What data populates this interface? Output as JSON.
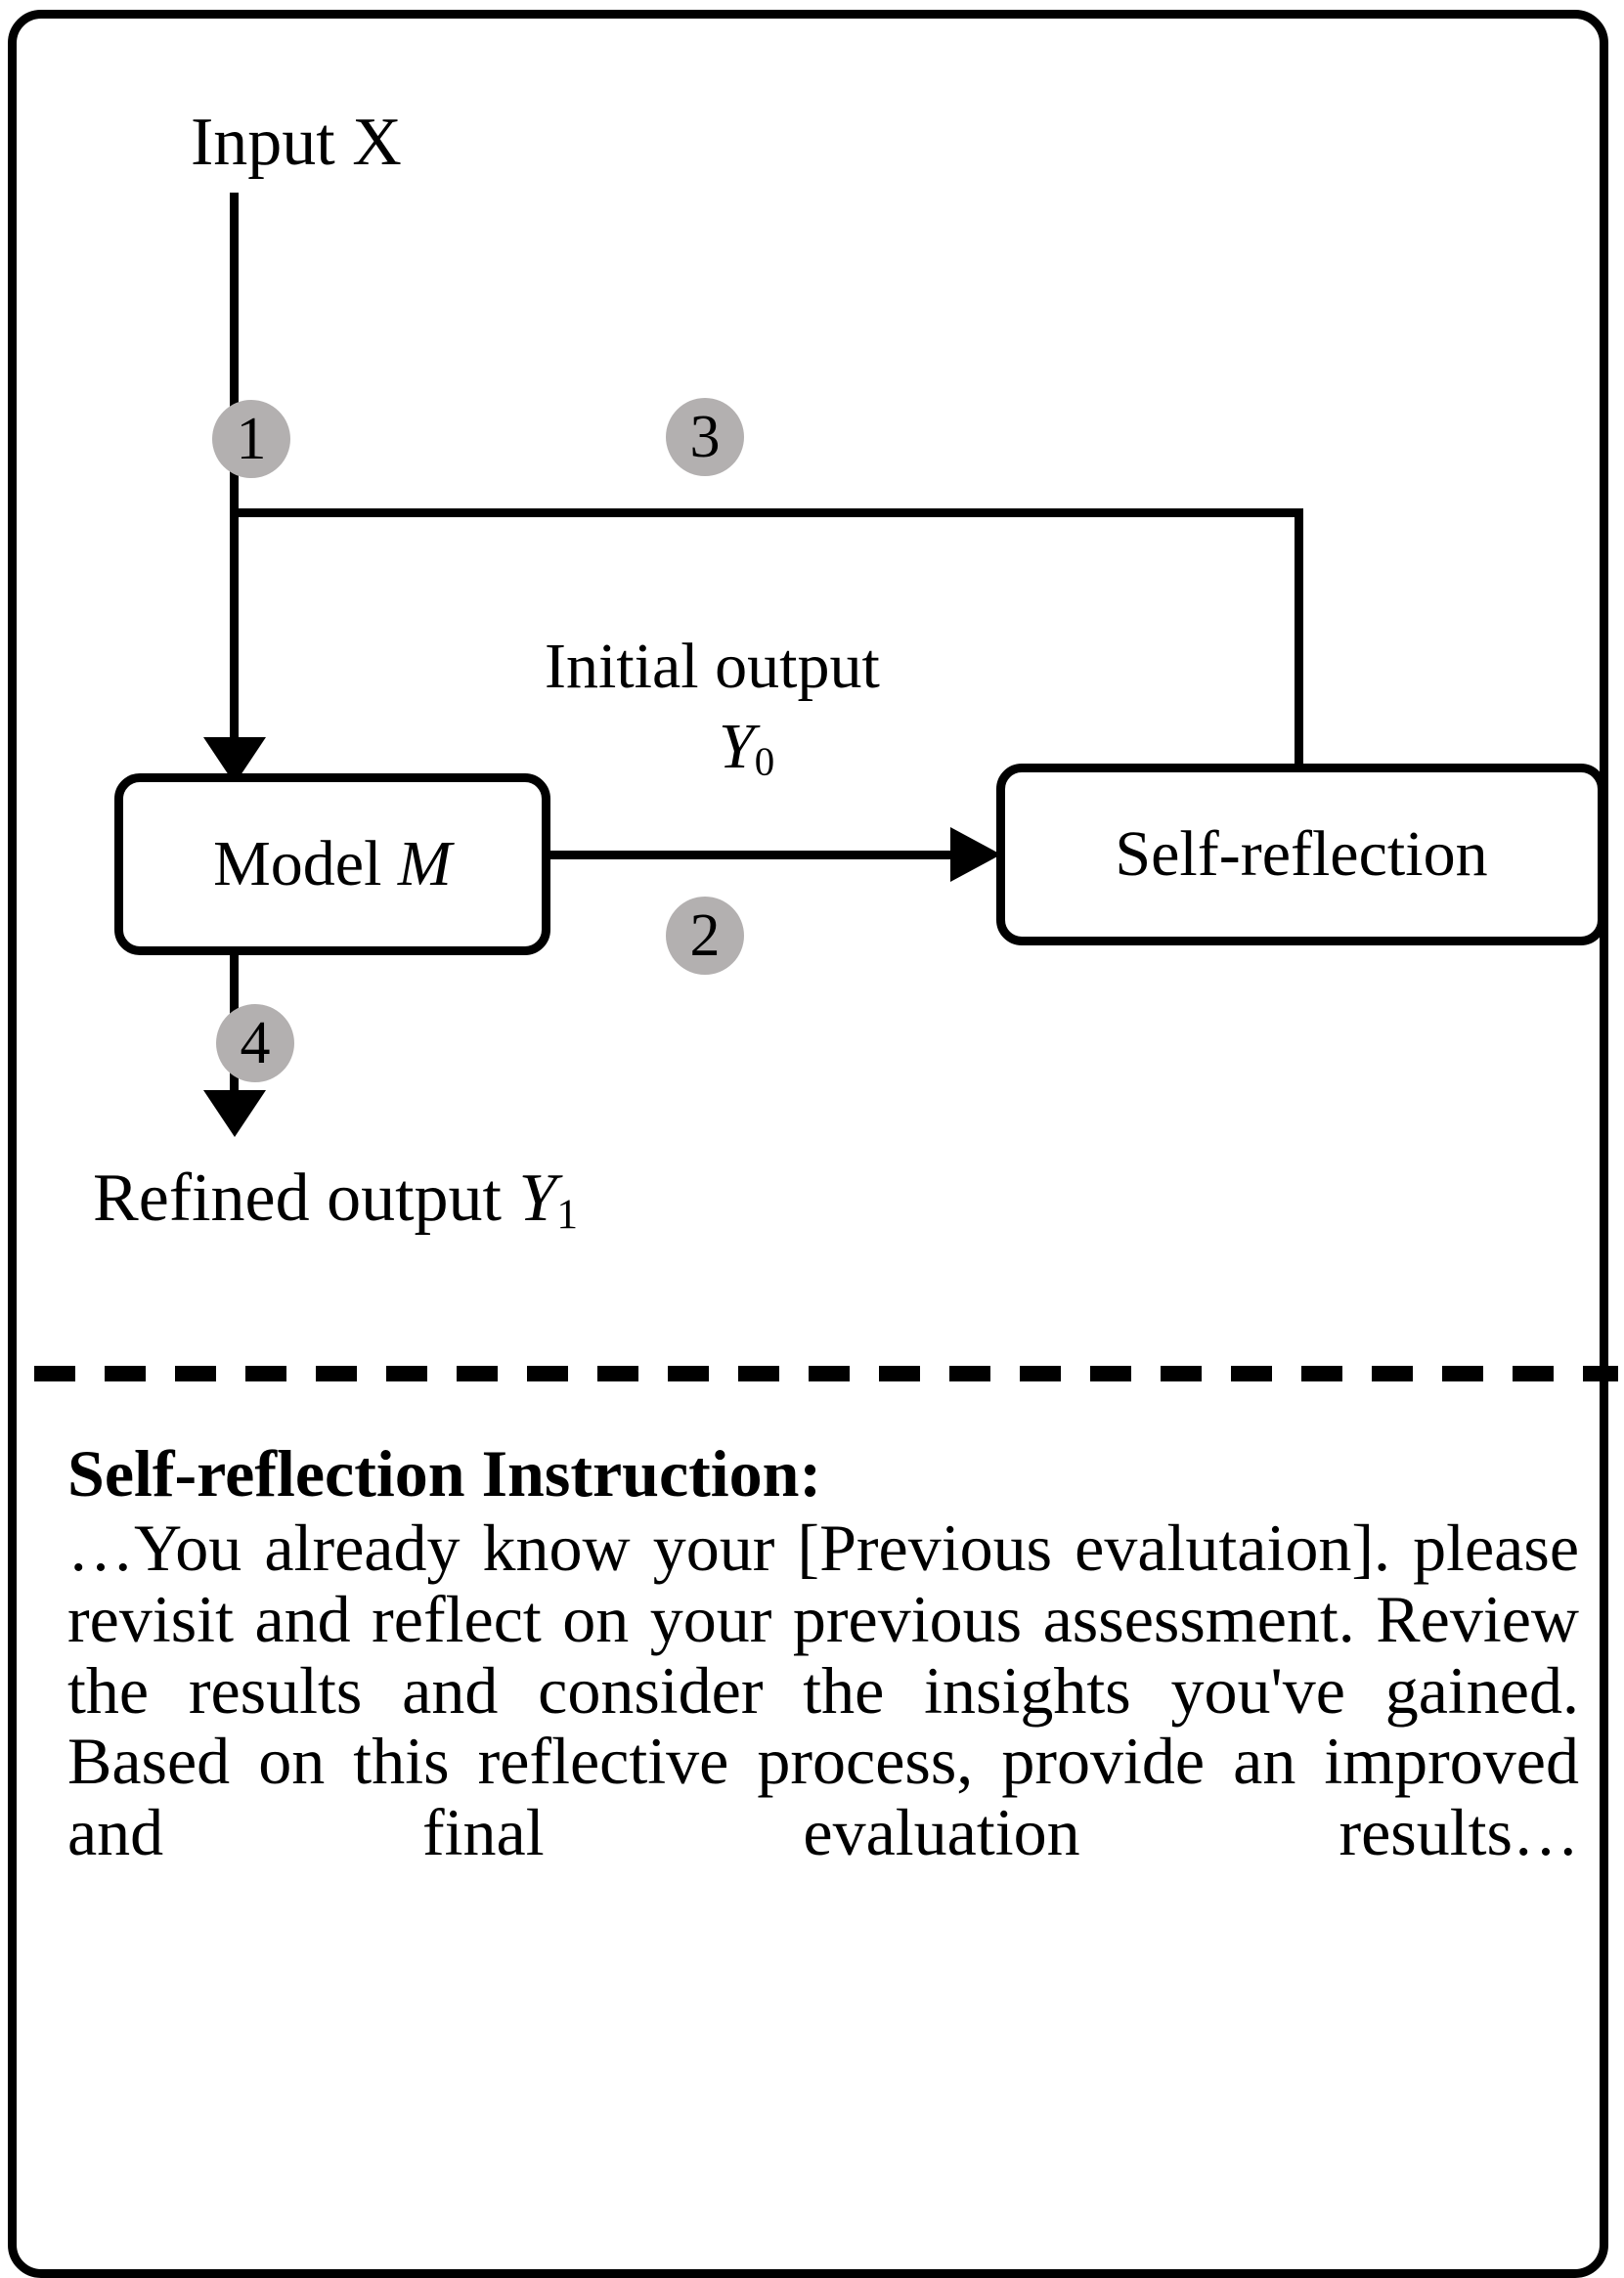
{
  "figure": {
    "border_color": "#000000",
    "badge_color": "#b3b0b0",
    "diagram": {
      "input_label": "Input X",
      "edge_label_initial": "Initial output",
      "edge_label_y0": "Y",
      "edge_label_y0_sub": "0",
      "model_node": "Model ",
      "model_node_symbol": "M",
      "reflection_node": "Self-reflection",
      "output_label": "Refined output ",
      "output_symbol": "Y",
      "output_symbol_sub": "1",
      "steps": [
        {
          "id": "1",
          "label": "1"
        },
        {
          "id": "2",
          "label": "2"
        },
        {
          "id": "3",
          "label": "3"
        },
        {
          "id": "4",
          "label": "4"
        }
      ]
    },
    "instruction": {
      "title": "Self-reflection Instruction:",
      "body": "…You already know your [Previous evalutaion]. please revisit and reflect on your previous assessment. Review the results and consider the insights you've gained. Based on this reflective process, provide an improved and final evaluation results…"
    }
  }
}
